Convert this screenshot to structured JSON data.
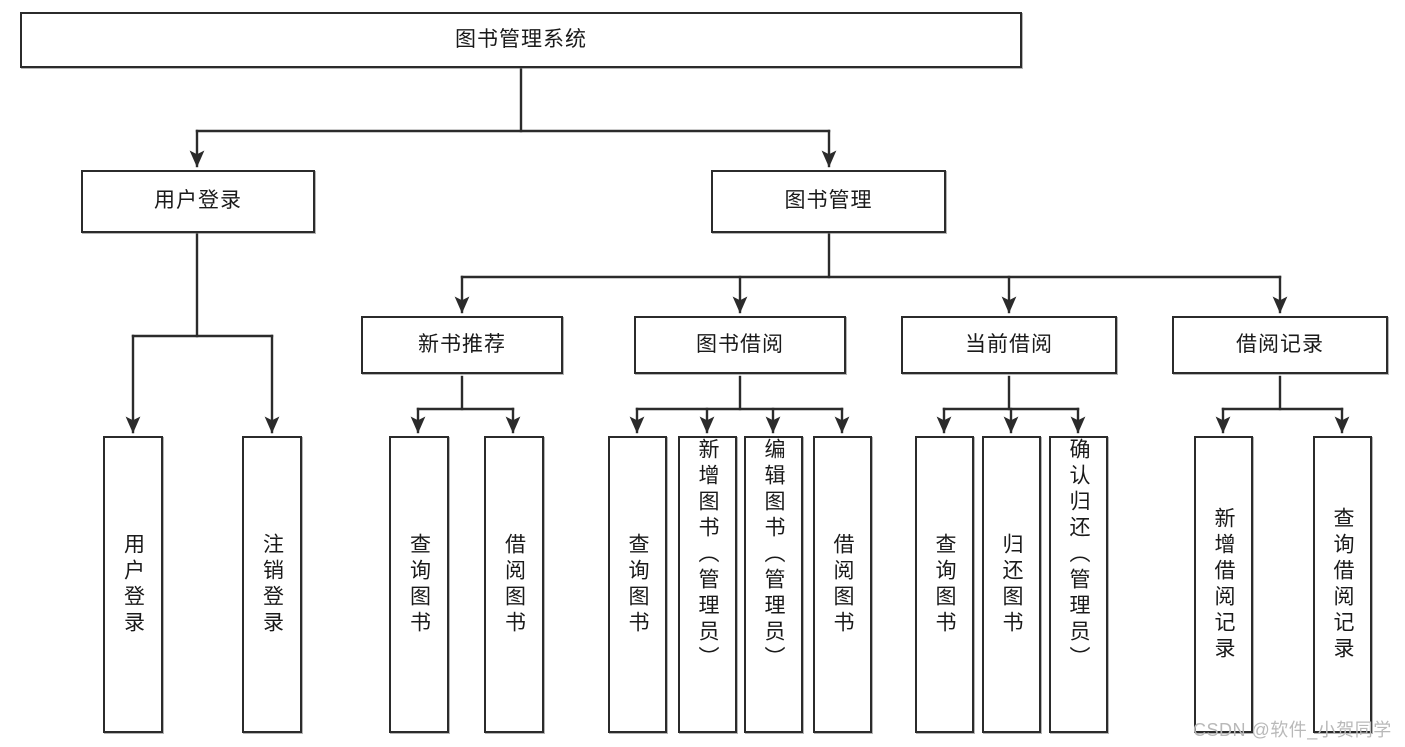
{
  "diagram": {
    "title": "图书管理系统",
    "type": "tree",
    "watermark": "CSDN @软件_小贺同学",
    "colors": {
      "box_border": "#2b2b2b",
      "box_fill": "#ffffff",
      "connector": "#2b2b2b",
      "text": "#1a1a1a",
      "watermark": "#b9b9b9"
    },
    "nodes": {
      "root": {
        "label": "图书管理系统"
      },
      "level2": [
        {
          "id": "user-login",
          "label": "用户登录"
        },
        {
          "id": "book-manage",
          "label": "图书管理"
        }
      ],
      "level3": [
        {
          "id": "new-book-rec",
          "label": "新书推荐"
        },
        {
          "id": "book-borrow",
          "label": "图书借阅"
        },
        {
          "id": "current-borrow",
          "label": "当前借阅"
        },
        {
          "id": "borrow-record",
          "label": "借阅记录"
        }
      ],
      "leaves": {
        "user-login": [
          {
            "id": "leaf-user-login",
            "label": "用户登录"
          },
          {
            "id": "leaf-logout",
            "label": "注销登录"
          }
        ],
        "new-book-rec": [
          {
            "id": "leaf-query-book-1",
            "label": "查询图书"
          },
          {
            "id": "leaf-borrow-book-1",
            "label": "借阅图书"
          }
        ],
        "book-borrow": [
          {
            "id": "leaf-query-book-2",
            "label": "查询图书"
          },
          {
            "id": "leaf-add-book",
            "label": "新增图书（管理员）"
          },
          {
            "id": "leaf-edit-book",
            "label": "编辑图书（管理员）"
          },
          {
            "id": "leaf-borrow-book-2",
            "label": "借阅图书"
          }
        ],
        "current-borrow": [
          {
            "id": "leaf-query-book-3",
            "label": "查询图书"
          },
          {
            "id": "leaf-return-book",
            "label": "归还图书"
          },
          {
            "id": "leaf-confirm-return",
            "label": "确认归还（管理员）"
          }
        ],
        "borrow-record": [
          {
            "id": "leaf-add-record",
            "label": "新增借阅记录"
          },
          {
            "id": "leaf-query-record",
            "label": "查询借阅记录"
          }
        ]
      }
    }
  }
}
